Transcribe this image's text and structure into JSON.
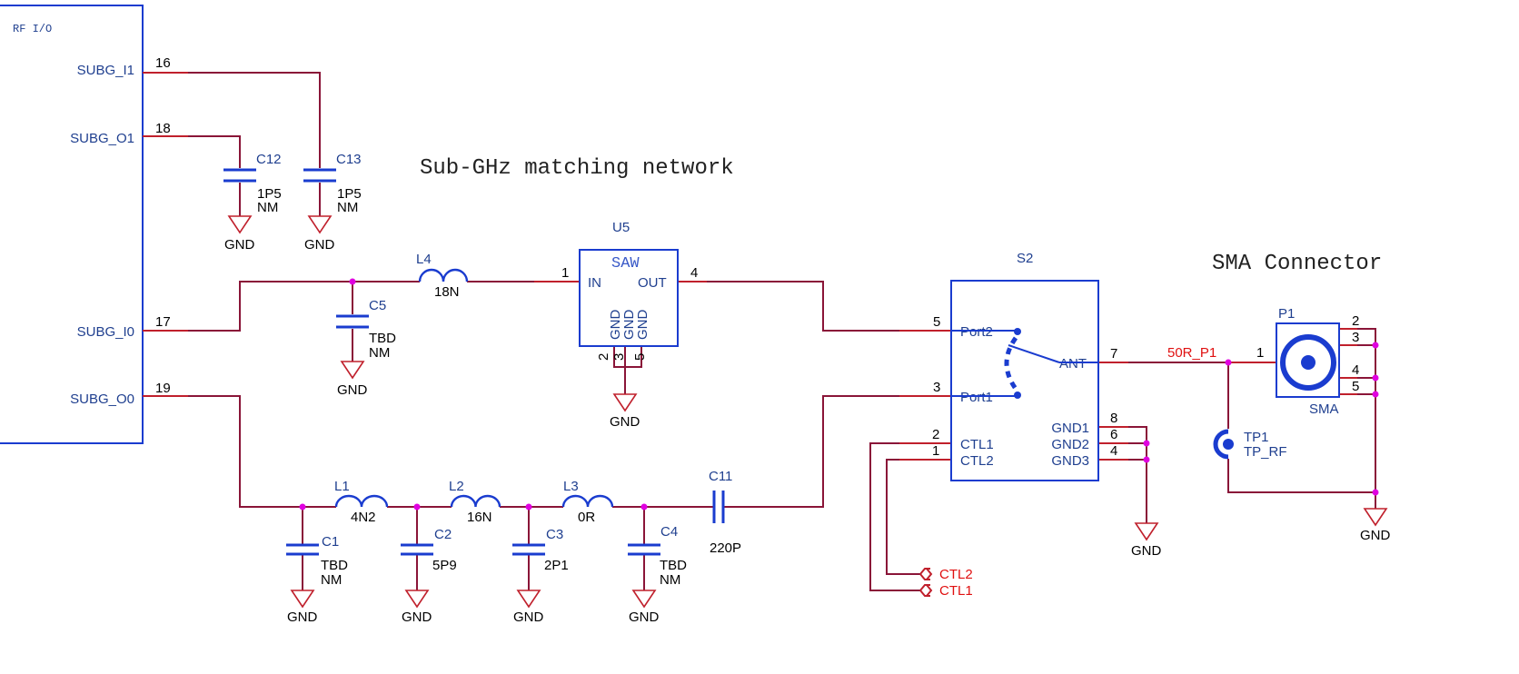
{
  "colors": {
    "wire": "#8a1538",
    "pin": "#c0202c",
    "body": "#1a3ccf",
    "label": "#1f3f8f",
    "netlabel": "#e01010",
    "junction": "#e000e0"
  },
  "titles": {
    "matching": "Sub-GHz matching network",
    "sma": "SMA Connector"
  },
  "block": {
    "label": "RF I/O",
    "pins": [
      {
        "name": "SUBG_I1",
        "num": "16"
      },
      {
        "name": "SUBG_O1",
        "num": "18"
      },
      {
        "name": "SUBG_I0",
        "num": "17"
      },
      {
        "name": "SUBG_O0",
        "num": "19"
      }
    ]
  },
  "parts": {
    "C12": {
      "ref": "C12",
      "val": "1P5",
      "nm": "NM"
    },
    "C13": {
      "ref": "C13",
      "val": "1P5",
      "nm": "NM"
    },
    "C5": {
      "ref": "C5",
      "val": "TBD",
      "nm": "NM"
    },
    "L4": {
      "ref": "L4",
      "val": "18N"
    },
    "U5": {
      "ref": "U5",
      "type": "SAW",
      "in": "IN",
      "out": "OUT",
      "gnd": "GND",
      "pin_in": "1",
      "pin_out": "4",
      "gnd_pins": [
        "2",
        "3",
        "5"
      ]
    },
    "L1": {
      "ref": "L1",
      "val": "4N2"
    },
    "L2": {
      "ref": "L2",
      "val": "16N"
    },
    "L3": {
      "ref": "L3",
      "val": "0R"
    },
    "C1": {
      "ref": "C1",
      "val": "TBD",
      "nm": "NM"
    },
    "C2": {
      "ref": "C2",
      "val": "5P9"
    },
    "C3": {
      "ref": "C3",
      "val": "2P1"
    },
    "C4": {
      "ref": "C4",
      "val": "TBD",
      "nm": "NM"
    },
    "C11": {
      "ref": "C11",
      "val": "220P"
    },
    "S2": {
      "ref": "S2",
      "port2": "Port2",
      "port1": "Port1",
      "ant": "ANT",
      "ctl1": "CTL1",
      "ctl2": "CTL2",
      "gnd1": "GND1",
      "gnd2": "GND2",
      "gnd3": "GND3",
      "pins": {
        "port2": "5",
        "port1": "3",
        "ant": "7",
        "ctl1": "2",
        "ctl2": "1",
        "gnd1": "8",
        "gnd2": "6",
        "gnd3": "4"
      }
    },
    "P1": {
      "ref": "P1",
      "val": "SMA",
      "pins": [
        "1",
        "2",
        "3",
        "4",
        "5"
      ]
    },
    "TP1": {
      "ref": "TP1",
      "val": "TP_RF"
    }
  },
  "nets": {
    "ant": "50R_P1",
    "ctl2": "CTL2",
    "ctl1": "CTL1",
    "gnd": "GND"
  }
}
